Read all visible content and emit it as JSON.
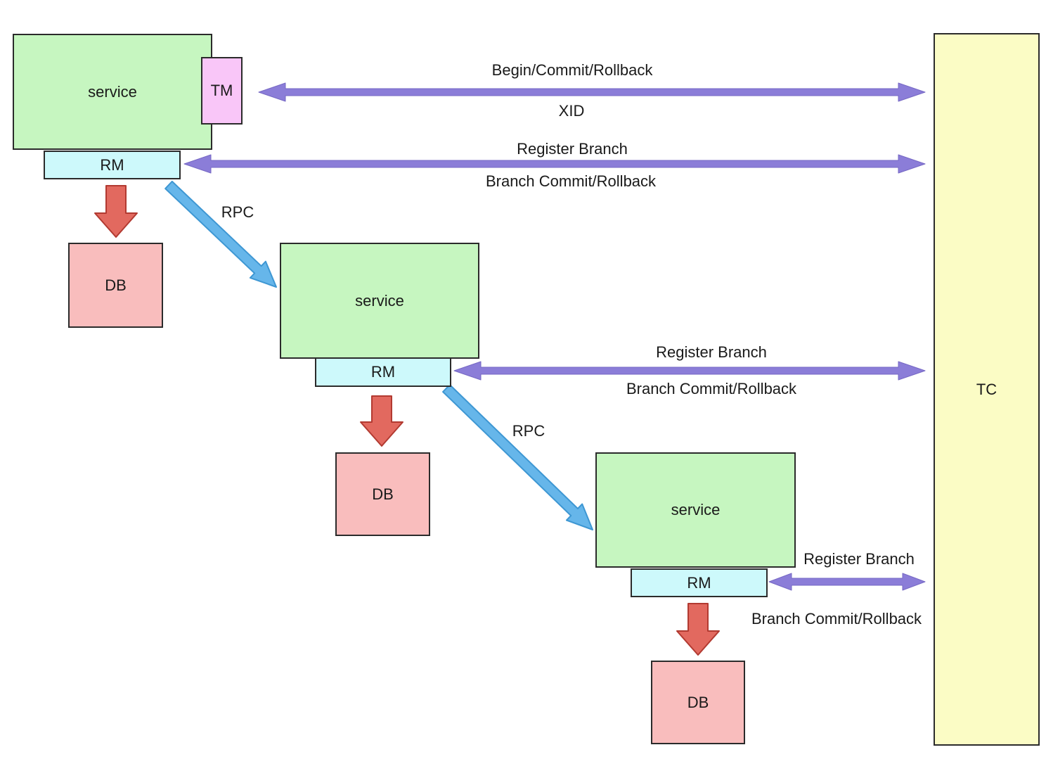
{
  "nodes": {
    "service1": "service",
    "service2": "service",
    "service3": "service",
    "tm": "TM",
    "rm1": "RM",
    "rm2": "RM",
    "rm3": "RM",
    "db1": "DB",
    "db2": "DB",
    "db3": "DB",
    "tc": "TC"
  },
  "edges": {
    "tm_tc_above": "Begin/Commit/Rollback",
    "tm_tc_below": "XID",
    "rm1_tc_above": "Register Branch",
    "rm1_tc_below": "Branch Commit/Rollback",
    "rm2_tc_above": "Register Branch",
    "rm2_tc_below": "Branch Commit/Rollback",
    "rm3_tc_above": "Register Branch",
    "rm3_tc_below": "Branch Commit/Rollback",
    "rpc1": "RPC",
    "rpc2": "RPC"
  },
  "colors": {
    "service-fill": "#c6f6c0",
    "tm-fill": "#f9c6f8",
    "rm-fill": "#cdf9fb",
    "db-fill": "#f9bdbd",
    "tc-fill": "#fbfcc5",
    "purple-arrow": "#8b7dd8",
    "purple-arrow-edge": "#7668c4",
    "blue-arrow": "#66b6ea",
    "blue-arrow-edge": "#3e97d3",
    "red-arrow": "#e2695f",
    "red-arrow-edge": "#b23a31",
    "line": "#2b2b2b",
    "text": "#1a1a1a"
  }
}
